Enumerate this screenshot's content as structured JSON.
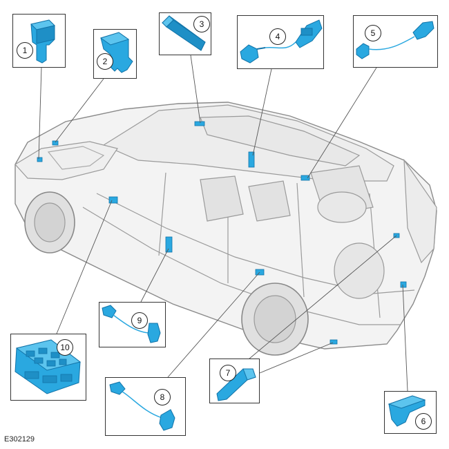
{
  "figure_id": "E302129",
  "colors": {
    "component": "#2aa8e0",
    "component_dark": "#1273a8",
    "leader": "#555555",
    "vehicle": "#9a9a9a"
  },
  "components": [
    {
      "number": "1",
      "icon": "sensor-block-icon"
    },
    {
      "number": "2",
      "icon": "bracket-module-icon"
    },
    {
      "number": "3",
      "icon": "bar-module-icon"
    },
    {
      "number": "4",
      "icon": "harness-sensor-icon"
    },
    {
      "number": "5",
      "icon": "harness-sensor-icon"
    },
    {
      "number": "6",
      "icon": "bracket-module-icon"
    },
    {
      "number": "7",
      "icon": "bracket-module-icon"
    },
    {
      "number": "8",
      "icon": "harness-sensor-icon"
    },
    {
      "number": "9",
      "icon": "harness-sensor-icon"
    },
    {
      "number": "10",
      "icon": "control-module-icon"
    }
  ]
}
